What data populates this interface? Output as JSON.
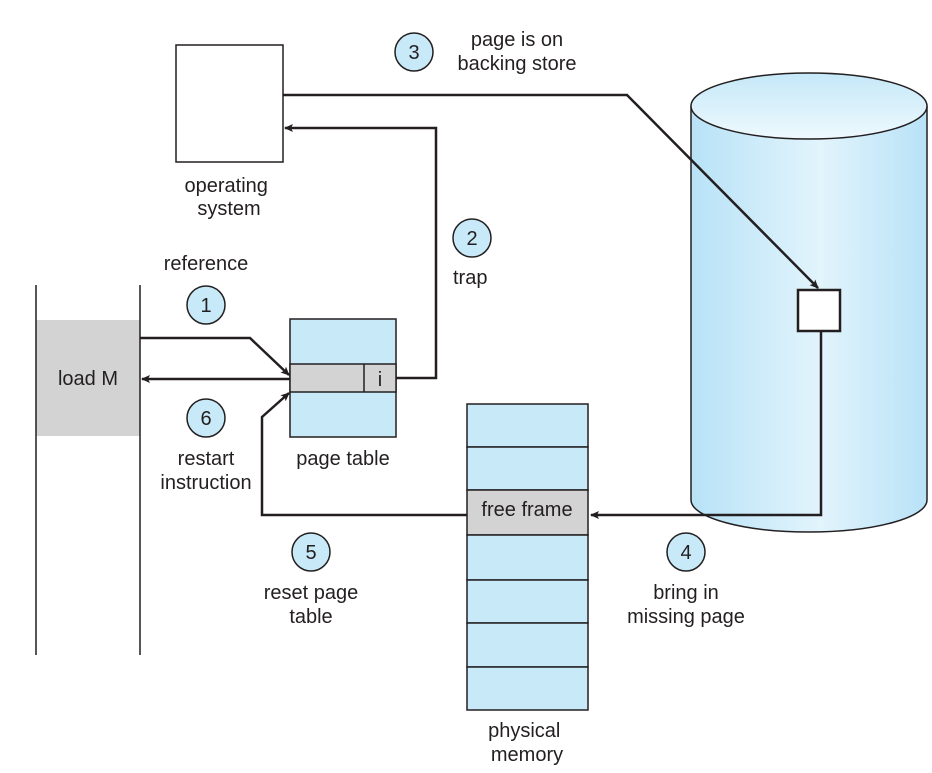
{
  "colors": {
    "blue": "#c8e9f8",
    "gray": "#d3d3d3",
    "stroke": "#231f20"
  },
  "labels": {
    "operating_system": [
      "operating",
      "system"
    ],
    "reference": "reference",
    "load": "load M",
    "page_table": "page table",
    "invalid_bit": "i",
    "free_frame": "free frame",
    "physical_memory": [
      "physical",
      "memory"
    ]
  },
  "steps": [
    {
      "num": "1",
      "text": []
    },
    {
      "num": "2",
      "text": [
        "trap"
      ]
    },
    {
      "num": "3",
      "text": [
        "page is on",
        "backing store"
      ]
    },
    {
      "num": "4",
      "text": [
        "bring in",
        "missing page"
      ]
    },
    {
      "num": "5",
      "text": [
        "reset page",
        "table"
      ]
    },
    {
      "num": "6",
      "text": [
        "restart",
        "instruction"
      ]
    }
  ]
}
